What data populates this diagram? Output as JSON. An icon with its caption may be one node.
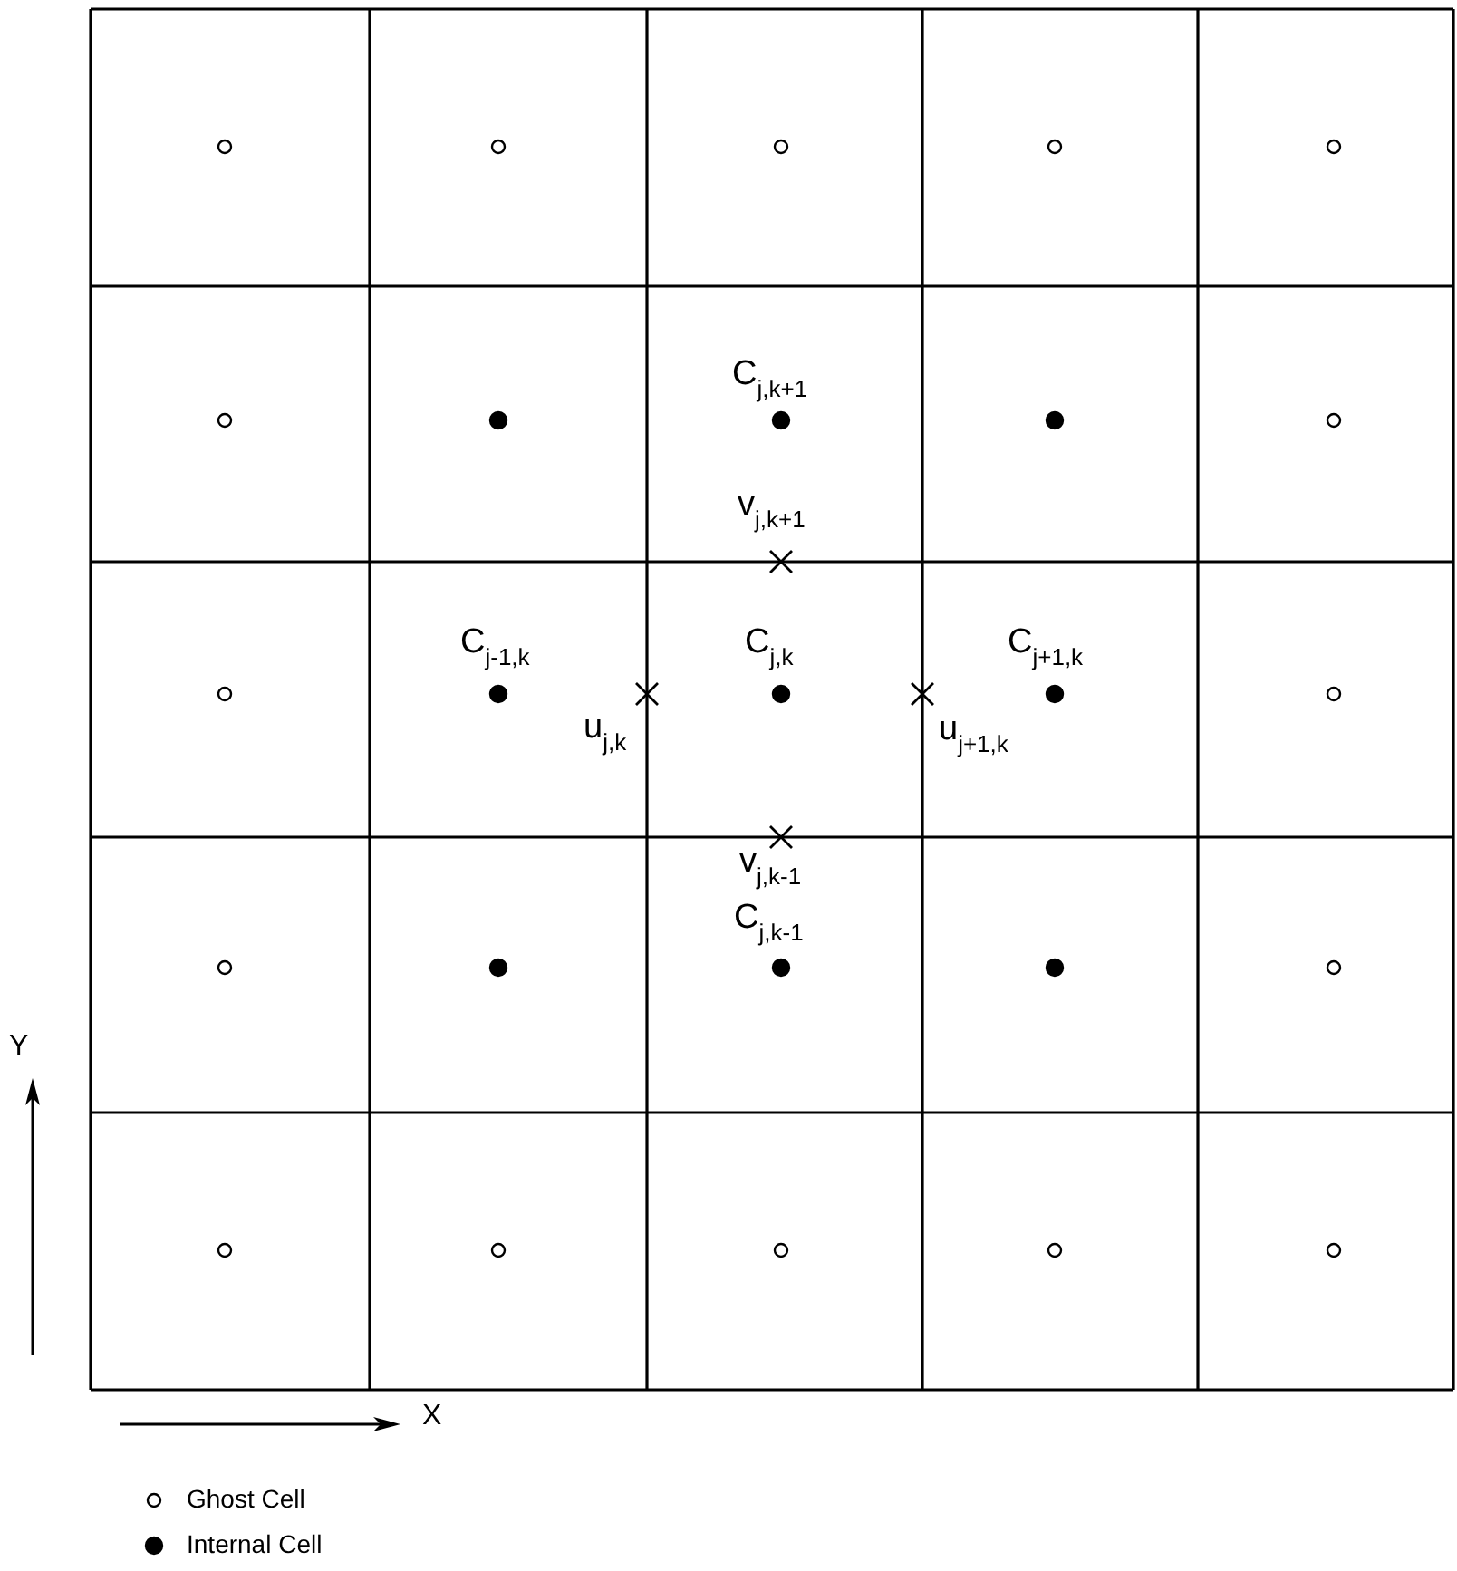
{
  "diagram": {
    "labels": [
      "C$_{j,k+1}$",
      "v$_{j,k+1}$",
      "C$_{j-1,k}$",
      "C$_{j,k}$",
      "C$_{j+1,k}$",
      "u$_{j,k}$",
      "u$_{j+1,k}$",
      "v$_{j,k-1}$",
      "C$_{j,k-1}$",
      "Y",
      "X"
    ],
    "legend": [
      {
        "text": "Ghost Cell"
      },
      {
        "text": "Internal Cell"
      }
    ]
  }
}
